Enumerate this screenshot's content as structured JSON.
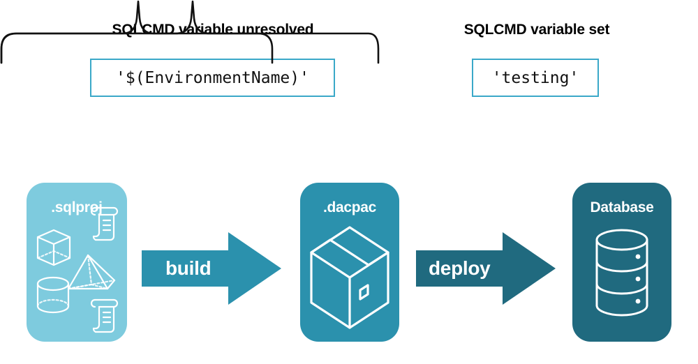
{
  "headings": {
    "unresolved": "SQLCMD variable unresolved",
    "set": "SQLCMD variable set"
  },
  "code_boxes": {
    "unresolved_value": "'$(EnvironmentName)'",
    "set_value": "'testing'"
  },
  "stages": [
    {
      "id": "sqlproj",
      "label": ".sqlproj",
      "color": "#7ecbde",
      "icons": [
        "cube-icon",
        "scroll-icon",
        "pyramid-icon",
        "cylinder-icon",
        "scroll-icon"
      ]
    },
    {
      "id": "dacpac",
      "label": ".dacpac",
      "color": "#2b91ad",
      "icons": [
        "package-box-icon"
      ]
    },
    {
      "id": "database",
      "label": "Database",
      "color": "#206a7f",
      "icons": [
        "database-cylinder-icon"
      ]
    }
  ],
  "arrows": [
    {
      "id": "build",
      "label": "build",
      "color": "#2b91ad"
    },
    {
      "id": "deploy",
      "label": "deploy",
      "color": "#206a7f"
    }
  ],
  "braces": [
    {
      "id": "left-brace",
      "spans": [
        "sqlproj",
        "dacpac"
      ]
    },
    {
      "id": "right-brace",
      "spans": [
        "dacpac",
        "database"
      ]
    }
  ],
  "colors": {
    "accent_border": "#3aa8c8",
    "light_teal": "#7ecbde",
    "mid_teal": "#2b91ad",
    "dark_teal": "#206a7f",
    "text": "#000000",
    "background": "#ffffff"
  }
}
